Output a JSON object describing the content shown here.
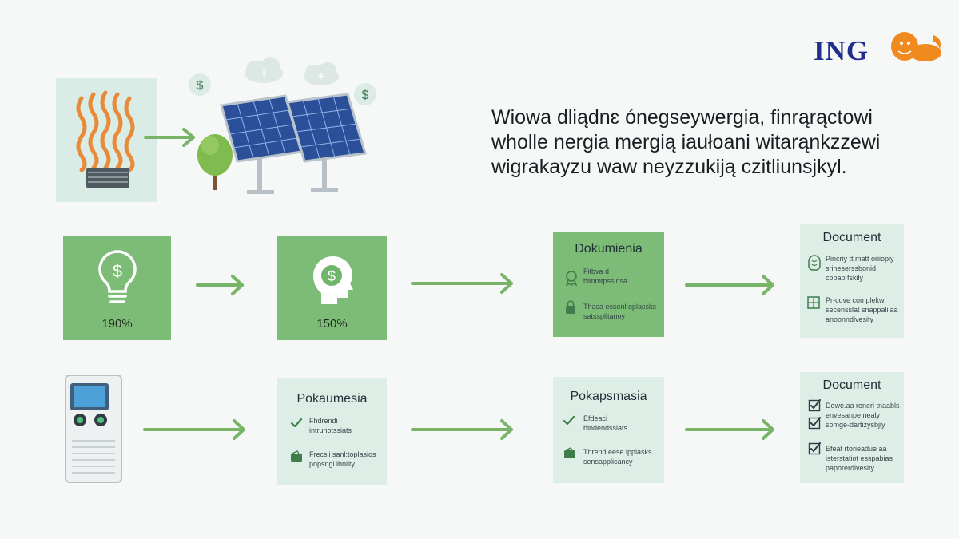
{
  "headline": {
    "line1": "Wiowa dliądnɛ ónegseywergia, finrąrąctowi",
    "line2": "wholle nergia mergią iaułoani witarąnkzzewi",
    "line3": "wigrakayzu waw neyzzukiją czitliunsjkyl."
  },
  "logo": {
    "text": "ING"
  },
  "tiles": {
    "bulb_pct": "190%",
    "head_pct": "150%"
  },
  "cards": {
    "top_green": {
      "title": "Dokumienia",
      "row1": "Fitbva d\nbimmtpssinsa",
      "row2": "Thasa essenl:oplassks\nsatssplitanoy"
    },
    "top_right": {
      "title": "Document",
      "row1": "Pincriy tt matt oriiopiy\nsrineserssbonid\ncopap fskily",
      "row2": "Pr-cove complekw\nsecensslat snappalilaa\nanoonndivesity"
    },
    "bottom_left": {
      "title": "Pokaumesia",
      "row1": "Fhdrendi\nintrunotssiats",
      "row2": "Frecsli sanl:toplasios\npopsngl ibniity"
    },
    "bottom_mid": {
      "title": "Pokapsmasia",
      "row1": "Efdeaci\nbindendsslats",
      "row2": "Thrend eese lpplasks\nsensapplicancy"
    },
    "bottom_right": {
      "title": "Document",
      "row1": "Dowe.aa reneri tnaabls\nenvesanpe nealy\nsomge-dartizysbjiy",
      "row2": "Efeat rtorieadue aa\nisterstatiot esspabias\npaporerdivesity"
    }
  },
  "colors": {
    "accent_green": "#7cbc76",
    "pale_card": "#ddeee7",
    "arrow": "#78b468",
    "logo_navy": "#1f2f8a",
    "logo_orange": "#f08a1e"
  }
}
